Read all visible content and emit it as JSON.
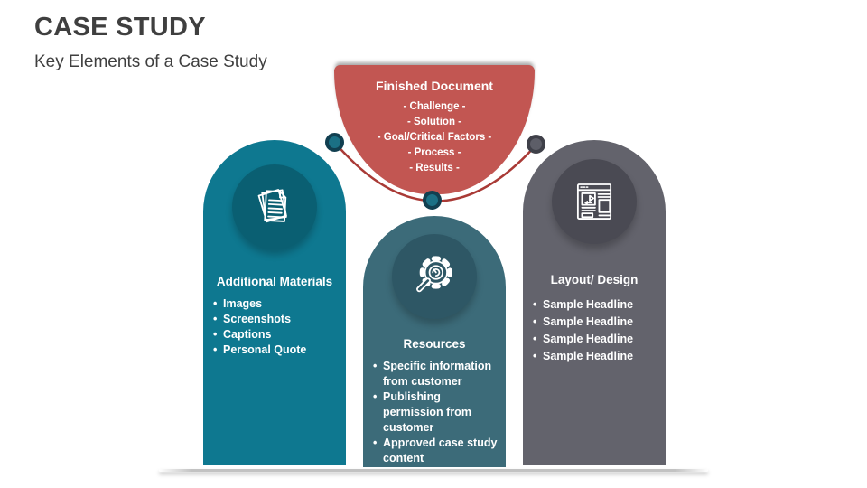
{
  "slide": {
    "title": "CASE STUDY",
    "subtitle": "Key Elements of a Case Study"
  },
  "finished_document": {
    "title": "Finished Document",
    "items": [
      "- Challenge -",
      "- Solution -",
      "- Goal/Critical Factors -",
      "- Process -",
      "- Results -"
    ],
    "fill_color": "#c25652",
    "arc_color": "#a93a36"
  },
  "columns": [
    {
      "title": "Additional Materials",
      "icon": "stacked-documents-icon",
      "fill_color": "#0e7890",
      "circle_color": "#0a5f72",
      "bullets": [
        "Images",
        "Screenshots",
        "Captions",
        "Personal Quote"
      ]
    },
    {
      "title": "Resources",
      "icon": "gear-magnifier-icon",
      "fill_color": "#3c6b79",
      "circle_color": "#2e5765",
      "bullets": [
        "Specific information from customer",
        "Publishing permission from customer",
        "Approved case study content"
      ]
    },
    {
      "title": "Layout/ Design",
      "icon": "webpage-layout-icon",
      "fill_color": "#63636c",
      "circle_color": "#4a4a53",
      "bullets": [
        "Sample Headline",
        "Sample Headline",
        "Sample Headline",
        "Sample Headline"
      ]
    }
  ],
  "connectors": {
    "teal_dot_fill": "#1b7085",
    "teal_dot_ring": "#113f50",
    "gray_dot_fill": "#5d5e68",
    "gray_dot_ring": "#3f4049"
  },
  "text_color_headings": "#3f3f3f"
}
